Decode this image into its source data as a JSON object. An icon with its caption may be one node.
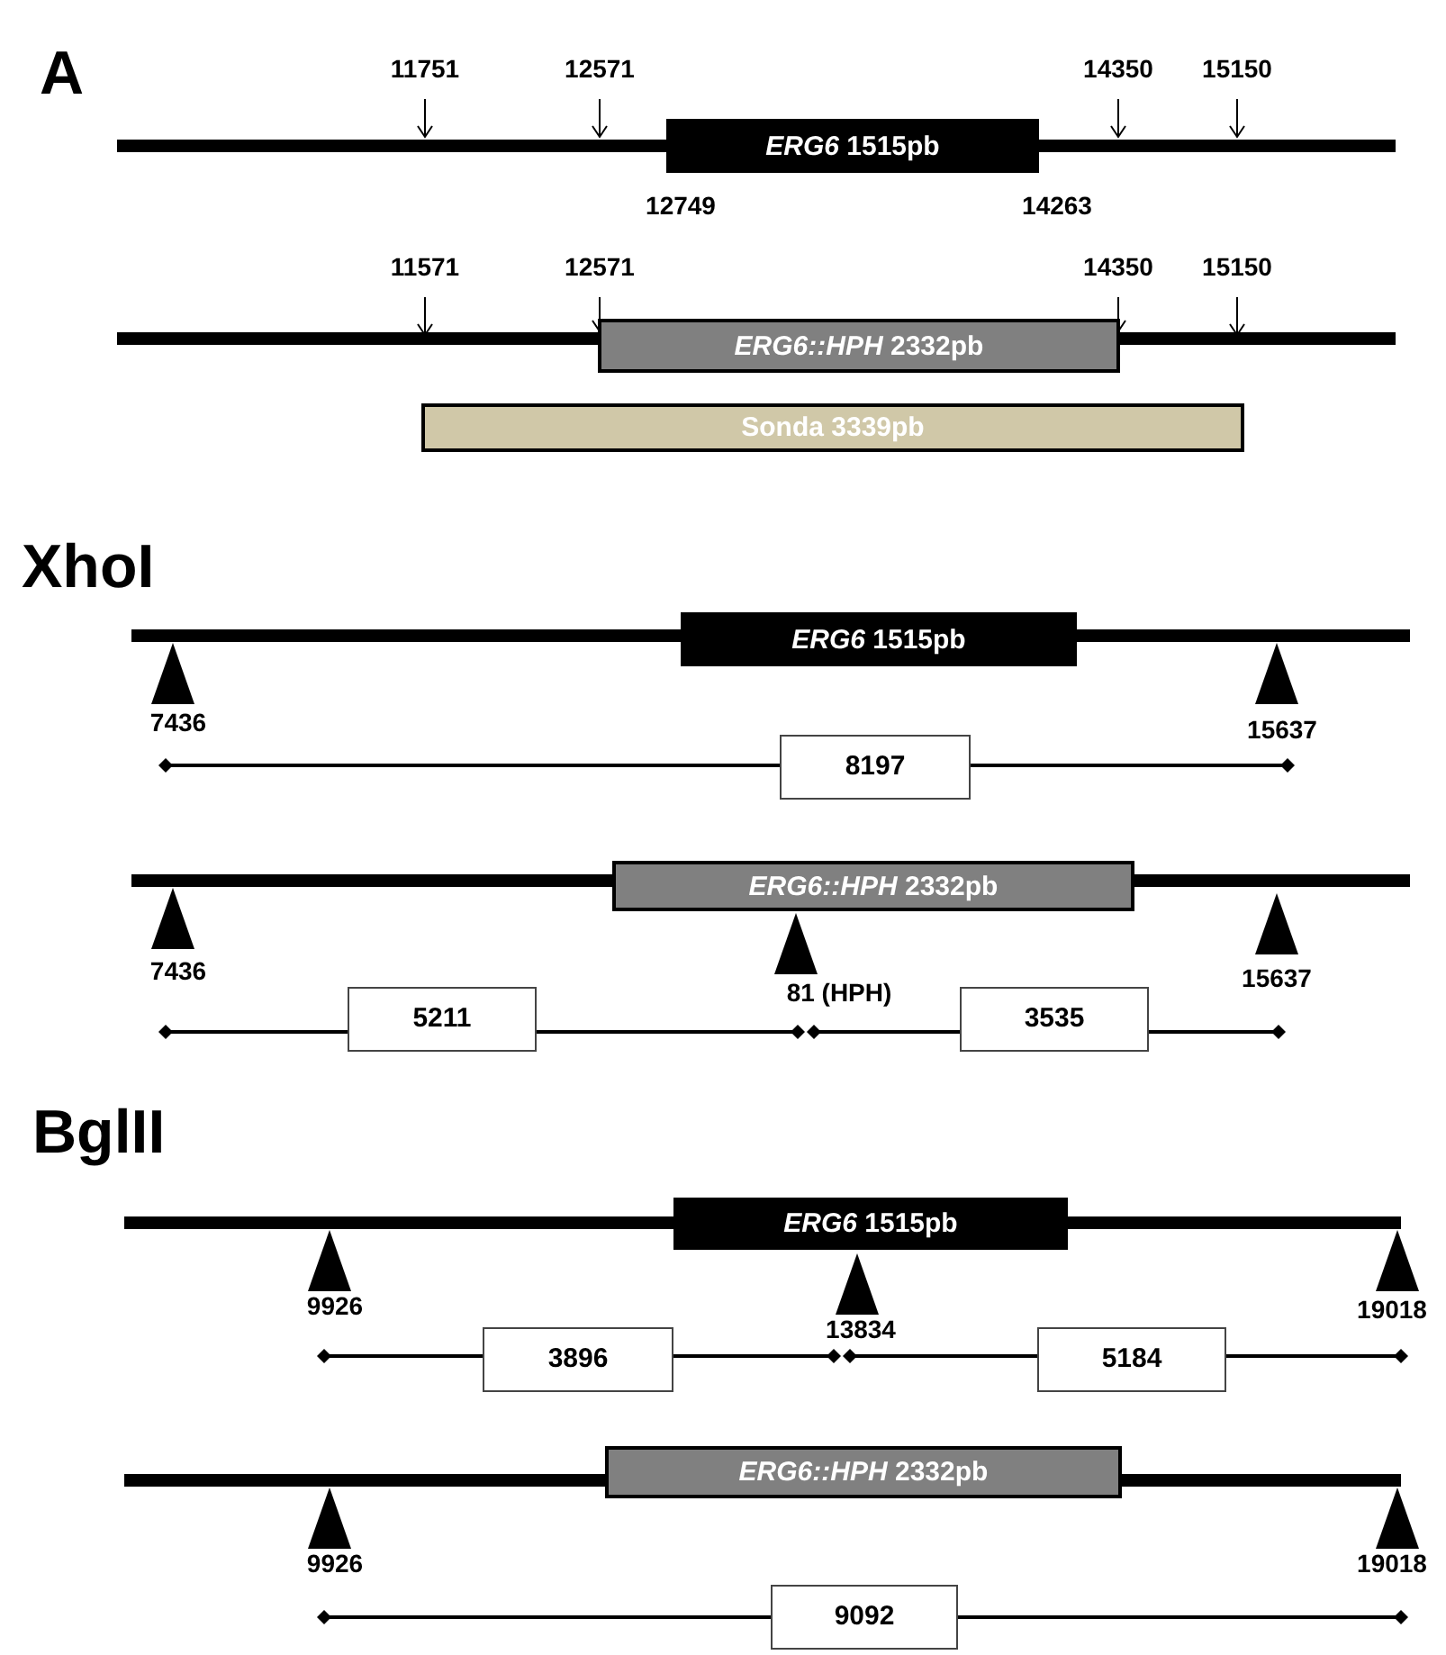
{
  "diagram": {
    "nodes": [
      {
        "text": [
          "*ERG6* 1515pb"
        ]
      },
      {
        "text": [
          "*ERG6::HPH* 2332pb"
        ]
      },
      {
        "text": [
          "Sonda 3339pb"
        ]
      },
      {
        "text": [
          "*ERG6* 1515pb"
        ]
      },
      {
        "text": [
          "8197"
        ]
      },
      {
        "text": [
          "*ERG6::HPH* 2332pb"
        ]
      },
      {
        "text": [
          "5211"
        ]
      },
      {
        "text": [
          "3535"
        ]
      },
      {
        "text": [
          "*ERG6* 1515pb"
        ]
      },
      {
        "text": [
          "3896"
        ]
      },
      {
        "text": [
          "5184"
        ]
      },
      {
        "text": [
          "*ERG6::HPH* 2332pb"
        ]
      },
      {
        "text": [
          "9092"
        ]
      }
    ],
    "labels": [
      "A",
      "11751",
      "12571",
      "14350",
      "15150",
      "12749",
      "14263",
      "11571",
      "12571",
      "14350",
      "15150",
      "XhoI",
      "7436",
      "15637",
      "7436",
      "81 (HPH)",
      "15637",
      "BglII",
      "9926",
      "13834",
      "19018",
      "9926",
      "19018"
    ]
  }
}
